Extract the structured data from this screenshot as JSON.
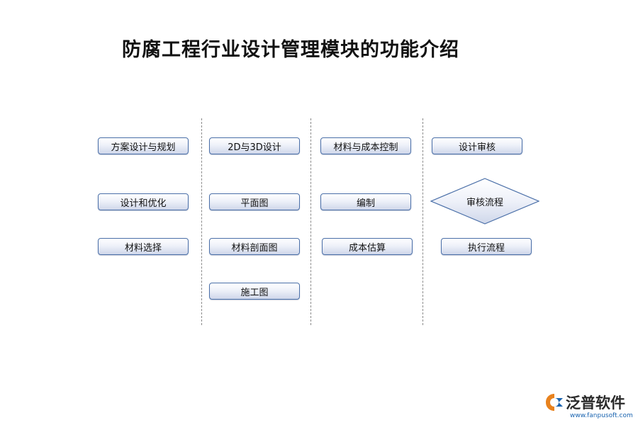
{
  "title": "防腐工程行业设计管理模块的功能介绍",
  "columns": [
    {
      "items": [
        "方案设计与规划",
        "设计和优化",
        "材料选择"
      ]
    },
    {
      "items": [
        "2D与3D设计",
        "平面图",
        "材料剖面图",
        "施工图"
      ]
    },
    {
      "items": [
        "材料与成本控制",
        "编制",
        "成本估算"
      ]
    },
    {
      "items": [
        "设计审核",
        "审核流程",
        "执行流程"
      ]
    }
  ],
  "colors": {
    "box_border": "#4a6fa8",
    "box_fill": "#dde3f1",
    "divider": "#8a8a8a"
  },
  "logo": {
    "name": "泛普软件",
    "url": "www.fanpusoft.com"
  }
}
